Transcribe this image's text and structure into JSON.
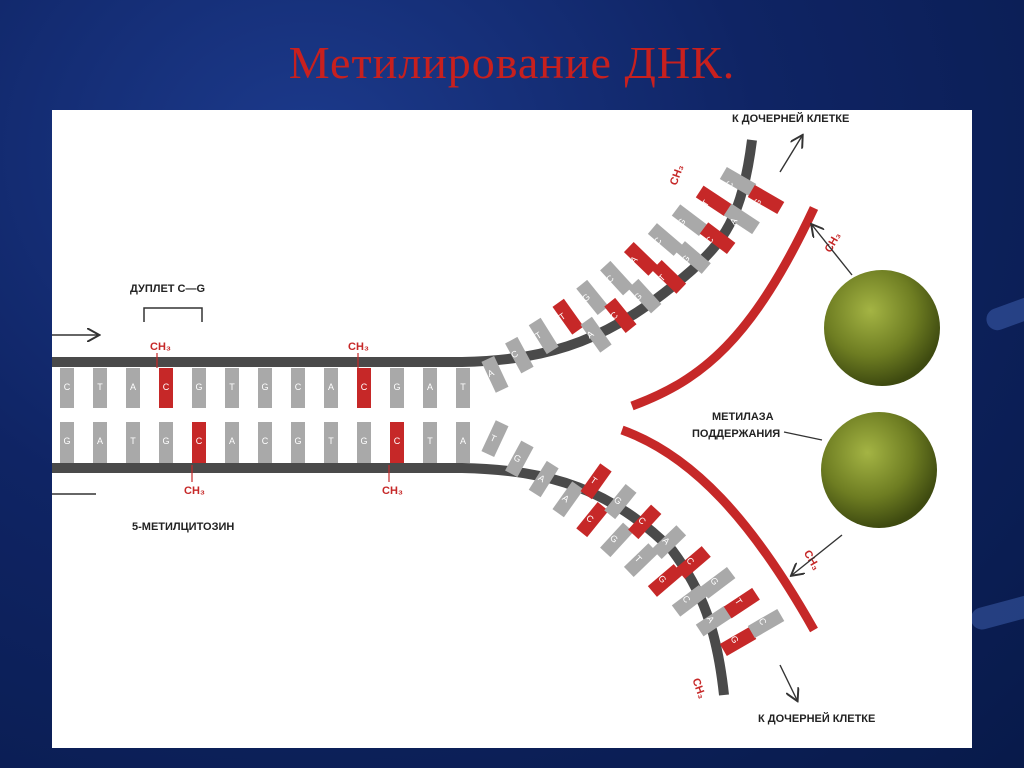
{
  "slide": {
    "title": "Метилирование ДНК."
  },
  "diagram": {
    "labels": {
      "to_daughter_cell_top": "К ДОЧЕРНЕЙ КЛЕТКЕ",
      "to_daughter_cell_bottom": "К ДОЧЕРНЕЙ КЛЕТКЕ",
      "cg_doublet": "ДУПЛЕТ C—G",
      "methylcytosine": "5-МЕТИЛЦИТОЗИН",
      "maintenance_methylase": [
        "МЕТИЛАЗА",
        "ПОДДЕРЖАНИЯ"
      ]
    },
    "methyl_group": "CH₃",
    "top_strand_bases": [
      "C",
      "T",
      "A",
      "C",
      "G",
      "T",
      "G",
      "C",
      "A",
      "C",
      "G",
      "A",
      "T"
    ],
    "bottom_strand_bases": [
      "G",
      "A",
      "T",
      "G",
      "C",
      "A",
      "C",
      "G",
      "T",
      "G",
      "C",
      "T",
      "A"
    ],
    "methylated_top_positions": [
      3,
      9
    ],
    "methylated_bottom_positions": [
      4,
      10
    ],
    "fork_top_old_bases": [
      "A",
      "C",
      "T",
      "T",
      "G",
      "C",
      "A",
      "C",
      "G",
      "T",
      "C"
    ],
    "fork_top_new_bases": [
      "T",
      "G",
      "A",
      "A",
      "C",
      "G",
      "T",
      "G",
      "C",
      "A",
      "G"
    ],
    "fork_bottom_old_bases": [
      "T",
      "G",
      "A",
      "A",
      "C",
      "G",
      "T",
      "G",
      "C",
      "A",
      "G"
    ],
    "fork_bottom_new_bases": [
      "A",
      "C",
      "T",
      "T",
      "G",
      "C",
      "A",
      "C",
      "G",
      "T",
      "C"
    ],
    "colors": {
      "title": "#c8201e",
      "strand": "#4a4a4a",
      "new_strand": "#c62828",
      "base_gray": "#a9a9a9",
      "base_red": "#c62828",
      "enzyme": "#7a8a2a"
    }
  }
}
